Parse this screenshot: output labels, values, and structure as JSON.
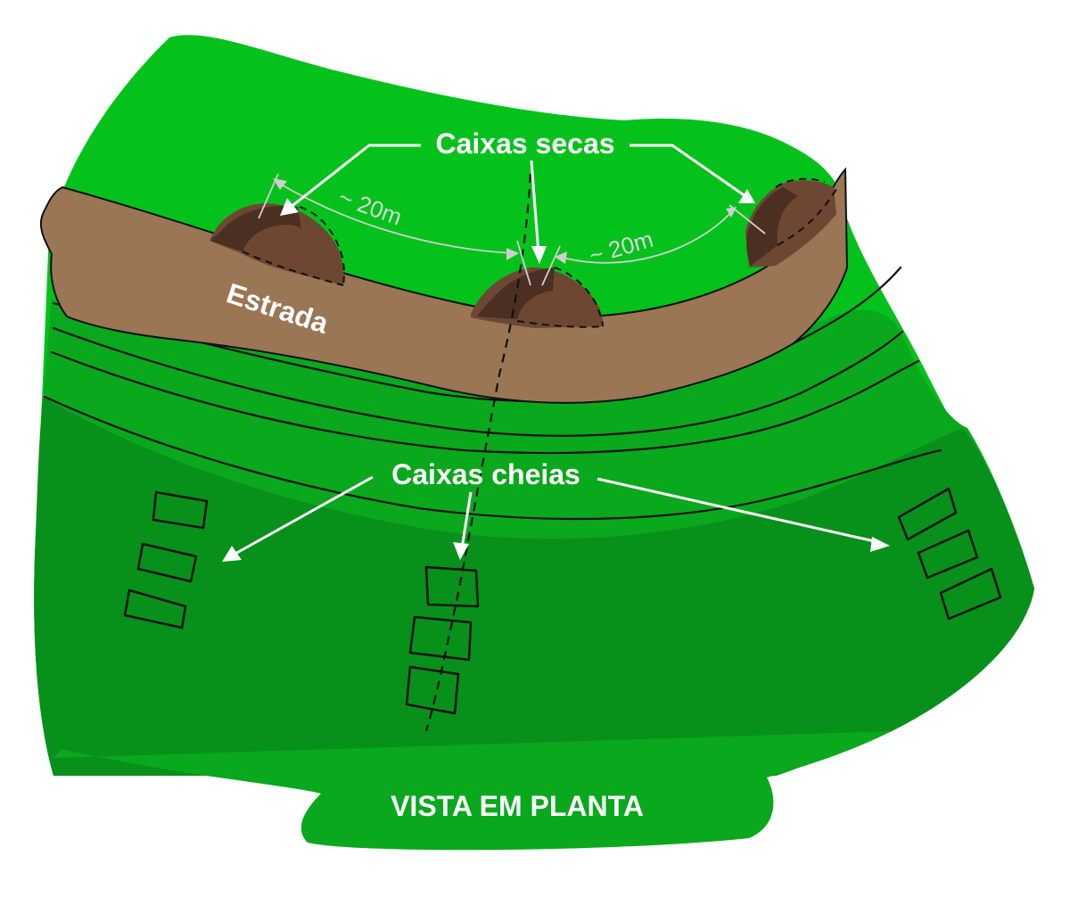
{
  "labels": {
    "dry_boxes": "Caixas secas",
    "full_boxes": "Caixas cheias",
    "road": "Estrada",
    "distance_left": "~ 20m",
    "distance_right": "~ 20m",
    "view_title": "VISTA EM PLANTA"
  },
  "colors": {
    "grass_light": "#04c21b",
    "grass_mid": "#09a81d",
    "grass_dark": "#07901a",
    "road": "#9a7655",
    "pit": "#6e4733",
    "arrow": "#ffffff",
    "distance_arrow": "#cfcfcf"
  }
}
